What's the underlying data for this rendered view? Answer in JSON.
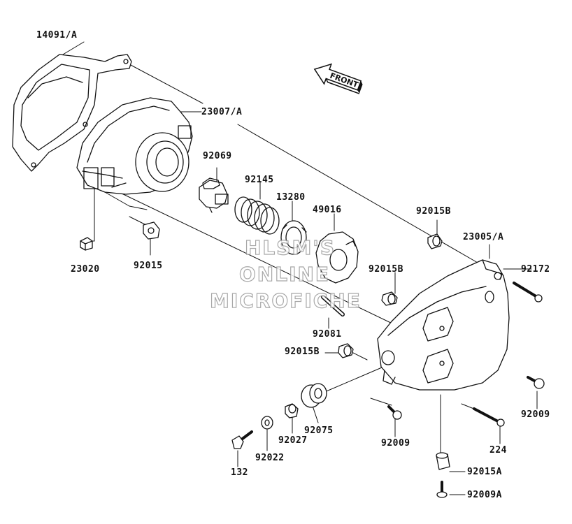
{
  "diagram": {
    "front_label": "FRONT",
    "parts": {
      "p14091A": "14091/A",
      "p23007A": "23007/A",
      "p92069": "92069",
      "p92145": "92145",
      "p13280": "13280",
      "p49016": "49016",
      "p23020": "23020",
      "p92015": "92015",
      "p92015B_top": "92015B",
      "p23005A": "23005/A",
      "p92172": "92172",
      "p92015B_mid": "92015B",
      "p92081": "92081",
      "p92015B_low": "92015B",
      "p92075": "92075",
      "p92027": "92027",
      "p92022": "92022",
      "p132": "132",
      "p92009_mid": "92009",
      "p92009_right": "92009",
      "p224": "224",
      "p92015A": "92015A",
      "p92009A": "92009A"
    },
    "watermark": [
      "HLSM'S",
      "ONLINE",
      "MICROFICHE"
    ]
  }
}
